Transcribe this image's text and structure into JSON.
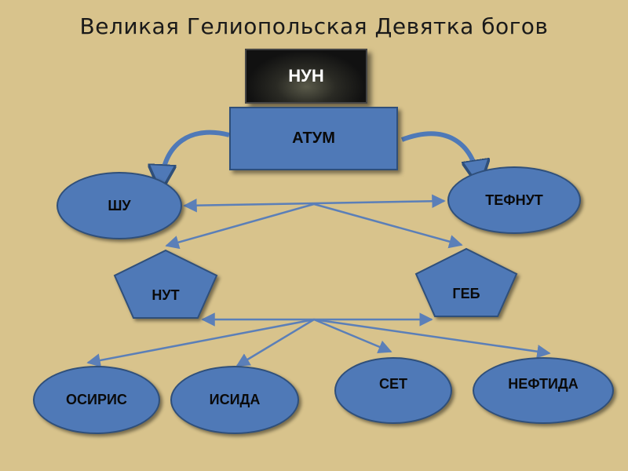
{
  "title": "Великая Гелиопольская Девятка богов",
  "nodes": {
    "nun": "НУН",
    "atum": "АТУМ",
    "shu": "ШУ",
    "tefnut": "ТЕФНУТ",
    "nut": "НУТ",
    "geb": "ГЕБ",
    "osiris": "ОСИРИС",
    "isida": "ИСИДА",
    "set": "СЕТ",
    "neftida": "НЕФТИДА"
  },
  "colors": {
    "background": "#d8c38c",
    "node_fill": "#4f79b7",
    "node_stroke": "#2f4f7a",
    "connector": "#5b7fb8"
  }
}
